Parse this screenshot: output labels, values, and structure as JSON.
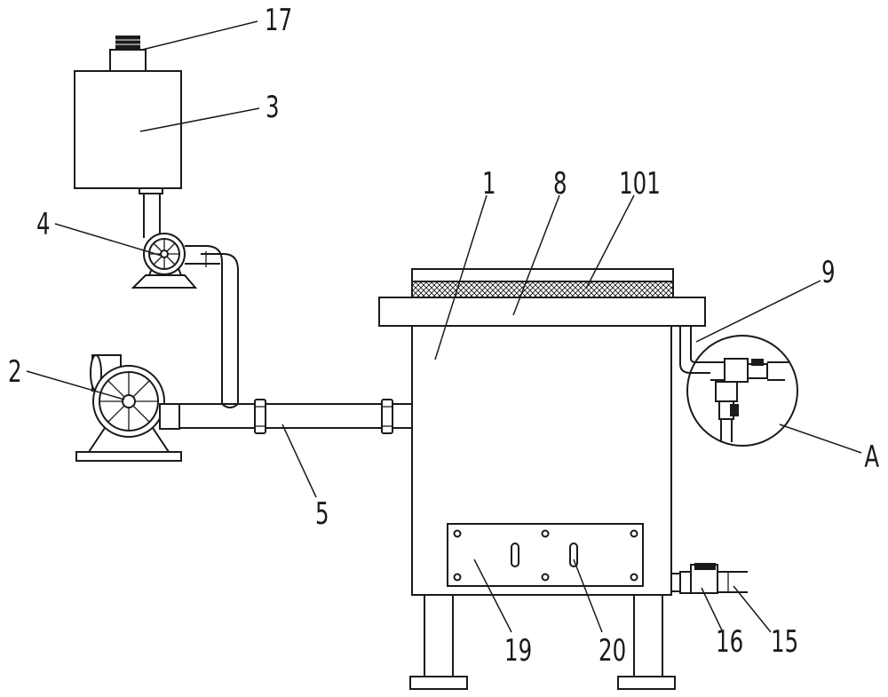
{
  "callouts": {
    "c17": "17",
    "c3": "3",
    "c4": "4",
    "c2": "2",
    "c5": "5",
    "c1": "1",
    "c8": "8",
    "c101": "101",
    "c9": "9",
    "cA": "A",
    "c19": "19",
    "c20": "20",
    "c16": "16",
    "c15": "15"
  }
}
